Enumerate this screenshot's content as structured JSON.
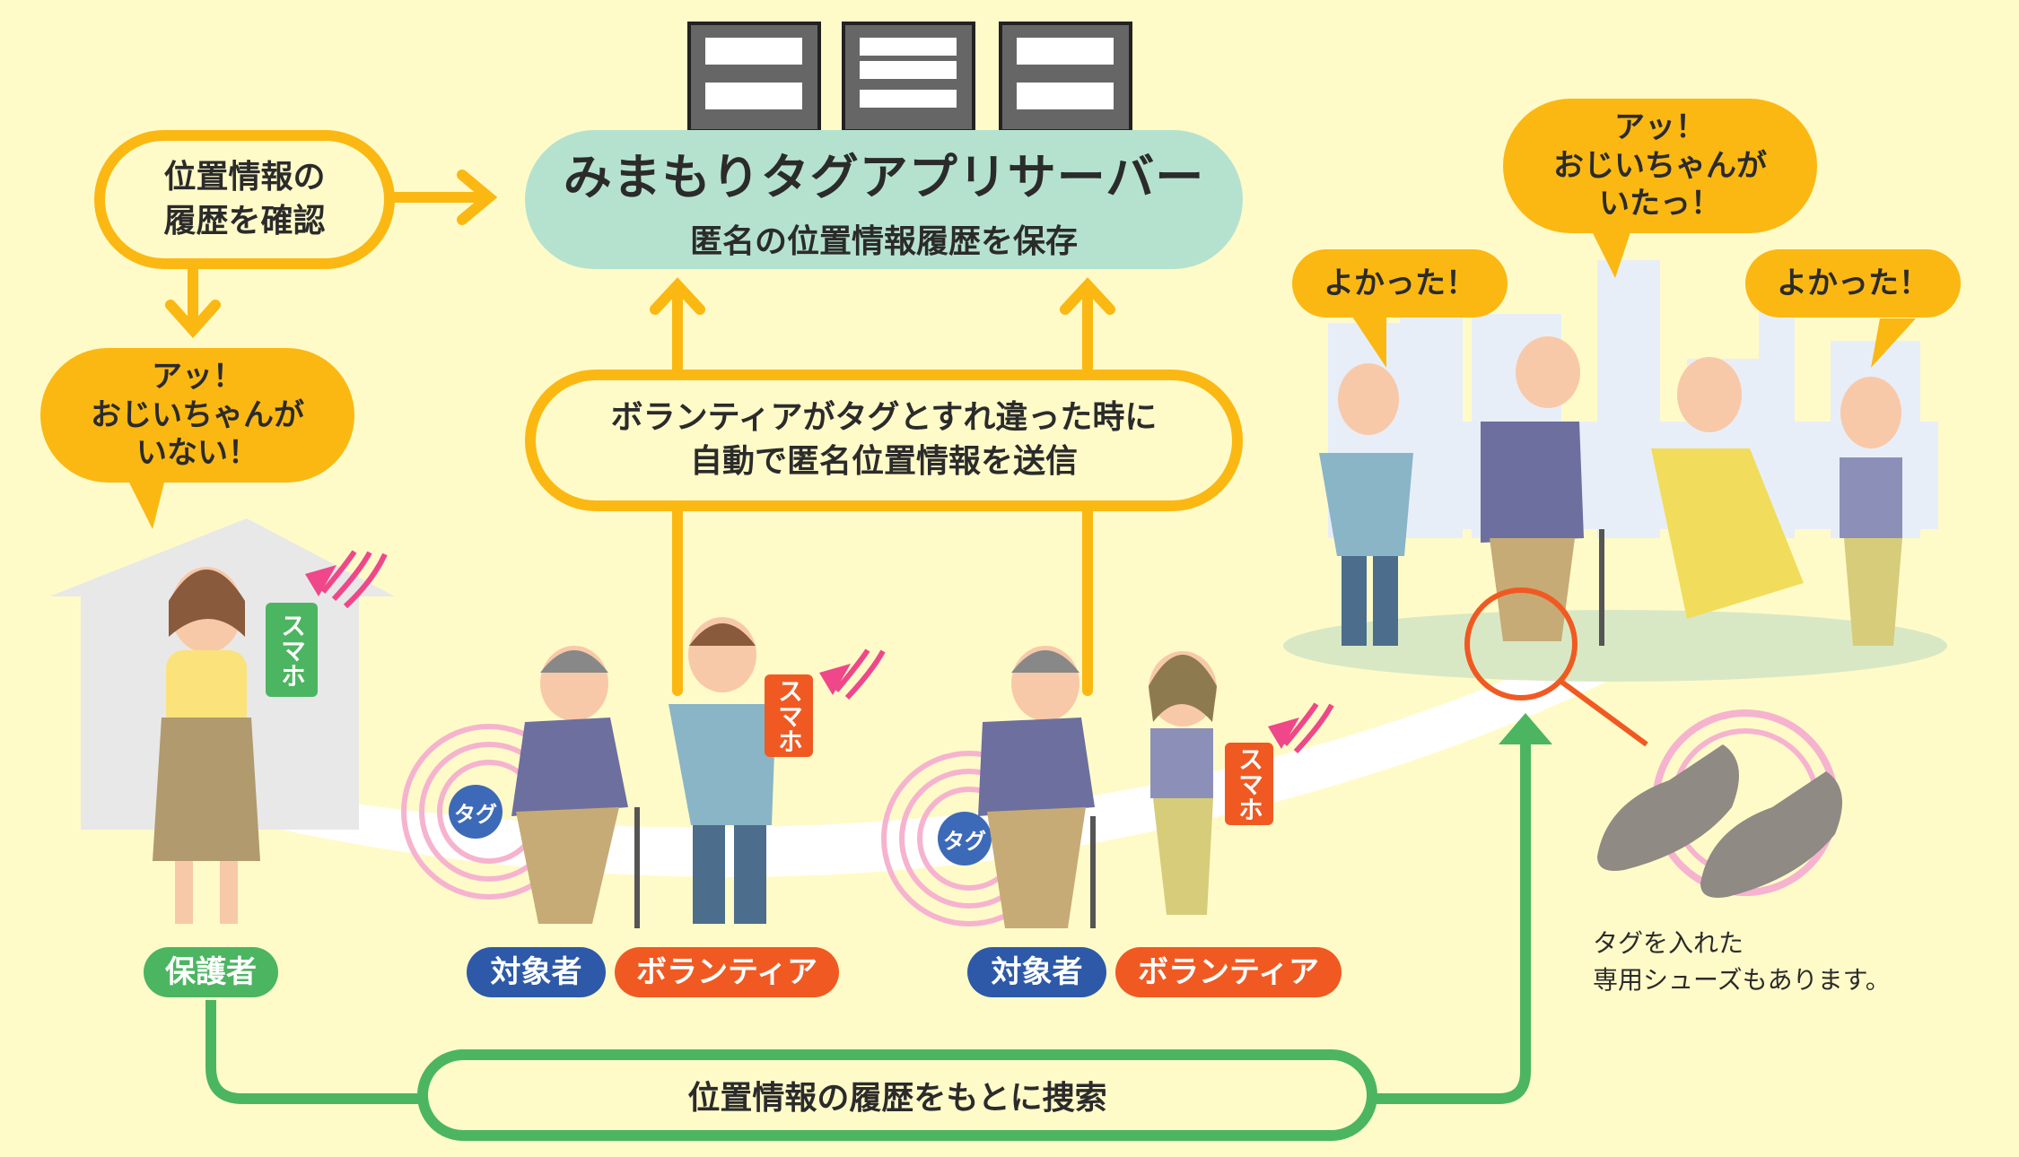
{
  "server": {
    "title": "みまもりタグアプリサーバー",
    "subtitle": "匿名の位置情報履歴を保存"
  },
  "history_check": {
    "line1": "位置情報の",
    "line2": "履歴を確認"
  },
  "volunteer_box": {
    "line1": "ボランティアがタグとすれ違った時に",
    "line2": "自動で匿名位置情報を送信"
  },
  "bubbles": {
    "missing": {
      "line1": "アッ！",
      "line2": "おじいちゃんが",
      "line3": "いない！"
    },
    "found": {
      "line1": "アッ！",
      "line2": "おじいちゃんが",
      "line3": "いたっ！"
    },
    "relief_left": "よかった！",
    "relief_right": "よかった！"
  },
  "device_labels": {
    "smartphone": "スマホ",
    "tag": "タグ"
  },
  "role_labels": {
    "guardian": "保護者",
    "subject_1": "対象者",
    "volunteer_1": "ボランティア",
    "subject_2": "対象者",
    "volunteer_2": "ボランティア"
  },
  "search_box": "位置情報の履歴をもとに捜索",
  "shoe_caption": {
    "line1": "タグを入れた",
    "line2": "専用シューズもあります。"
  },
  "colors": {
    "background": "#fffbc9",
    "accent_yellow": "#fbb812",
    "server_green": "#b5e2cf",
    "search_green": "#4cb561",
    "subject_blue": "#2d59a8",
    "volunteer_orange": "#f05a22",
    "signal_pink": "#f0478a"
  },
  "icons": [
    "server-rack-icon",
    "house-icon",
    "signal-icon",
    "magnifier-icon",
    "shoes-icon",
    "city-skyline-icon"
  ]
}
